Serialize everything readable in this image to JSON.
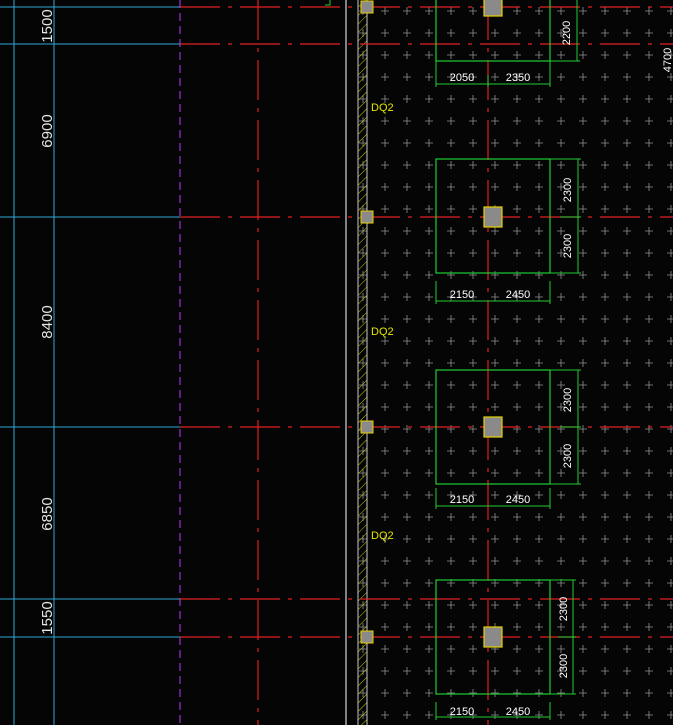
{
  "drawing": {
    "background_color": "#050505",
    "colors": {
      "axis_blue": "#2fa7d8",
      "axis_red": "#e02020",
      "axis_magenta": "#9a2fd0",
      "outline_green": "#22cc33",
      "column_yellow": "#e6d200",
      "column_fill": "#8a8a8a",
      "hatch": "#c8c800",
      "dim_text": "#e6e6e6",
      "label_yellow": "#e6e600"
    },
    "left_dimensions": [
      "1500",
      "6900",
      "8400",
      "6850",
      "1550"
    ],
    "wall_labels": [
      "DQ2",
      "DQ2",
      "DQ2"
    ],
    "foundations": [
      {
        "name": "foundation-1",
        "dim_vertical": [
          "2200"
        ],
        "dim_horizontal": [
          "2050",
          "2350"
        ]
      },
      {
        "name": "foundation-2",
        "dim_vertical": [
          "2300",
          "2300"
        ],
        "dim_horizontal": [
          "2150",
          "2450"
        ]
      },
      {
        "name": "foundation-3",
        "dim_vertical": [
          "2300",
          "2300"
        ],
        "dim_horizontal": [
          "2150",
          "2450"
        ]
      },
      {
        "name": "foundation-4",
        "dim_vertical": [
          "2300",
          "2300"
        ],
        "dim_horizontal": [
          "2150",
          "2450"
        ]
      }
    ],
    "edge_text": "4700",
    "icons": {
      "column": "column-square-icon",
      "axis": "axis-line-icon"
    }
  }
}
